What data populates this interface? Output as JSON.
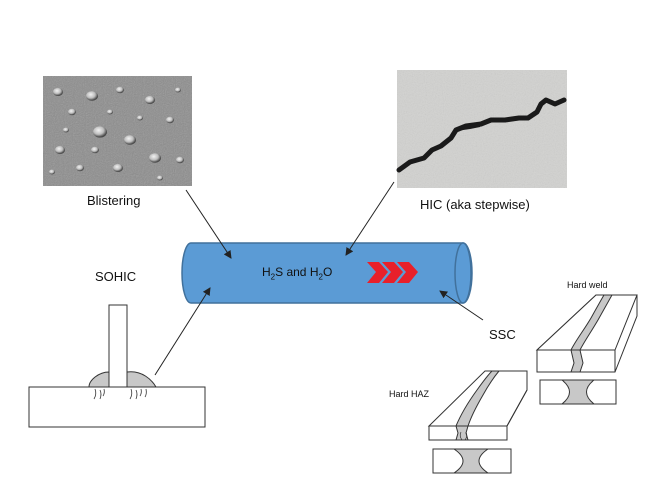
{
  "labels": {
    "blistering": "Blistering",
    "hic": "HIC (aka stepwise)",
    "sohic": "SOHIC",
    "ssc": "SSC",
    "hard_weld": "Hard weld",
    "hard_haz": "Hard HAZ"
  },
  "pipe": {
    "h": "H",
    "sub1": "2",
    "s_and": "S and H",
    "sub2": "2",
    "o": "O"
  },
  "colors": {
    "pipe_fill": "#5b9bd5",
    "pipe_stroke": "#41719c",
    "chevron": "#e8202a",
    "photo_blister_bg": "#8a8a8a",
    "photo_hic_bg": "#cfcfcd",
    "crack": "#1a1a1a"
  }
}
